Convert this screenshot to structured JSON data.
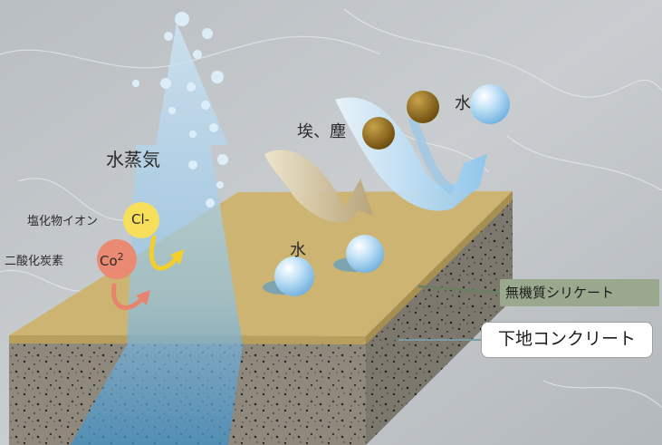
{
  "labels": {
    "water_vapor": "水蒸気",
    "dust": "埃、塵",
    "water_top": "水",
    "water_surface": "水",
    "chloride": "塩化物イオン",
    "chloride_symbol": "Cl-",
    "co2": "二酸化炭素",
    "co2_symbol": "Co",
    "co2_subscript": "2",
    "inorganic_silicate": "無機質シリケート",
    "base_concrete": "下地コンクリート"
  },
  "colors": {
    "surface": "#cdb472",
    "concrete": "#8e887c",
    "vapor": "#bfe0f5",
    "chloride": "#f6df5a",
    "co2": "#ea8a72",
    "dust": "#8a6418"
  }
}
